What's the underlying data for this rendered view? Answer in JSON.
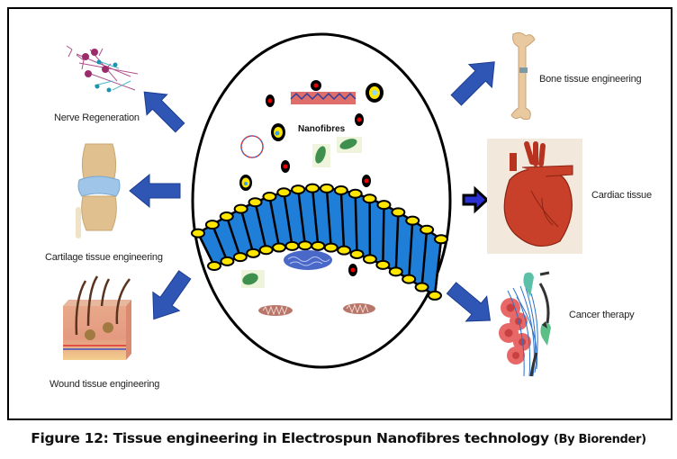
{
  "figure": {
    "caption_main": "Figure 12: Tissue engineering in Electrospun Nanofibres technology",
    "caption_credit": "(By Biorender)"
  },
  "center": {
    "label": "Nanofibres"
  },
  "applications": [
    {
      "id": "nerve",
      "label": "Nerve Regeneration",
      "icon": "neuron-network-icon",
      "side": "left"
    },
    {
      "id": "cartilage",
      "label": "Cartilage tissue engineering",
      "icon": "knee-joint-icon",
      "side": "left"
    },
    {
      "id": "wound",
      "label": "Wound tissue engineering",
      "icon": "skin-cross-section-icon",
      "side": "left"
    },
    {
      "id": "bone",
      "label": "Bone tissue engineering",
      "icon": "bone-icon",
      "side": "right"
    },
    {
      "id": "cardiac",
      "label": "Cardiac tissue",
      "icon": "heart-icon",
      "side": "right"
    },
    {
      "id": "cancer",
      "label": "Cancer therapy",
      "icon": "cancer-cells-fibres-icon",
      "side": "right"
    }
  ],
  "colors": {
    "arrow": "#2f55b5",
    "fibre_blue": "#1f7fd8",
    "fibre_cap": "#ffe600",
    "heart": "#c8402a",
    "bone": "#e8c9a0"
  }
}
